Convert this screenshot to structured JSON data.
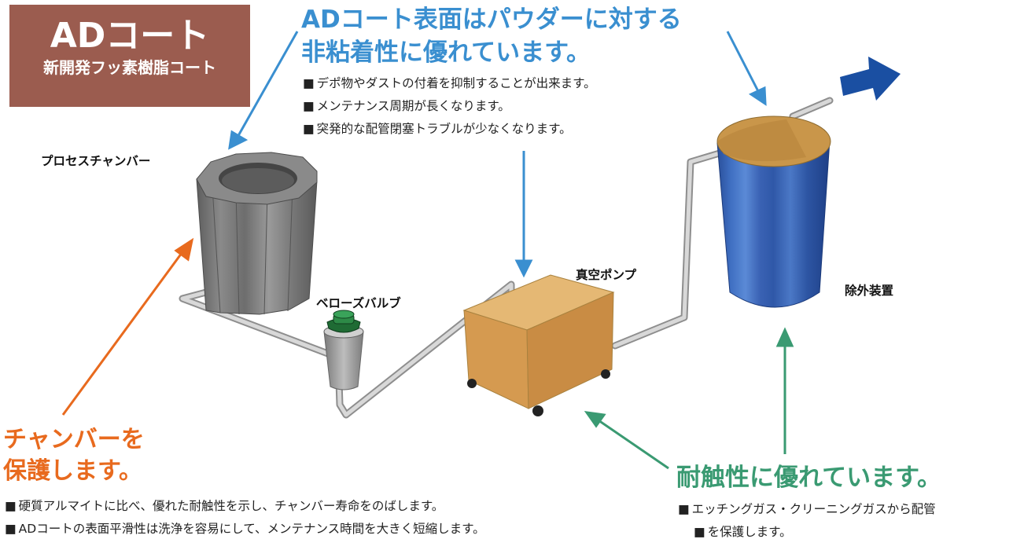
{
  "badge": {
    "title": "ADコート",
    "subtitle": "新開発フッ素樹脂コート"
  },
  "top_heading": {
    "line1": "ADコート表面はパウダーに対する",
    "line2": "非粘着性に優れています。"
  },
  "top_bullets": [
    "デポ物やダストの付着を抑制することが出来ます。",
    "メンテナンス周期が長くなります。",
    "突発的な配管閉塞トラブルが少なくなります。"
  ],
  "labels": {
    "chamber": "プロセスチャンバー",
    "valve": "ベローズバルブ",
    "pump": "真空ポンプ",
    "abatement": "除外装置"
  },
  "left_heading": {
    "line1": "チャンバーを",
    "line2": "保護します。"
  },
  "left_bullets": [
    "硬質アルマイトに比べ、優れた耐触性を示し、チャンバー寿命をのばします。",
    "ADコートの表面平滑性は洗浄を容易にして、メンテナンス時間を大きく短縮します。"
  ],
  "right_heading": "耐触性に優れています。",
  "right_bullets": {
    "line1": "エッチングガス・クリーニングガスから配管",
    "line2": "を保護します。"
  },
  "colors": {
    "blue": "#3a8fd0",
    "orange": "#e86a1e",
    "green": "#3a9a72",
    "badge": "#9b5c4f"
  }
}
